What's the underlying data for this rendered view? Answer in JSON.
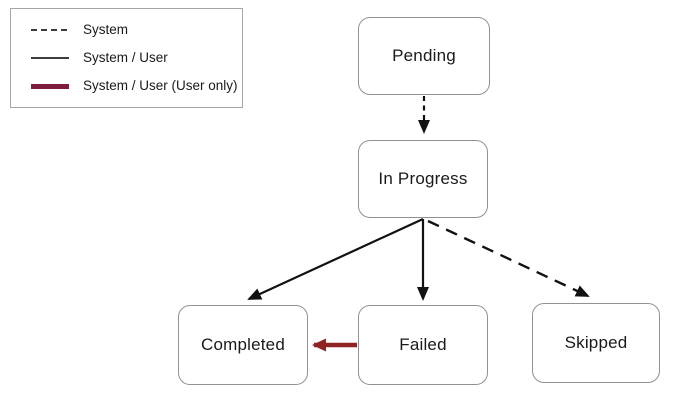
{
  "diagram": {
    "nodes": [
      {
        "id": "pending",
        "label": "Pending"
      },
      {
        "id": "in_progress",
        "label": "In Progress"
      },
      {
        "id": "completed",
        "label": "Completed"
      },
      {
        "id": "failed",
        "label": "Failed"
      },
      {
        "id": "skipped",
        "label": "Skipped"
      }
    ],
    "edges": [
      {
        "from": "Pending",
        "to": "In Progress",
        "type": "System",
        "style": "dashed"
      },
      {
        "from": "In Progress",
        "to": "Completed",
        "type": "System / User",
        "style": "solid"
      },
      {
        "from": "In Progress",
        "to": "Failed",
        "type": "System / User",
        "style": "solid"
      },
      {
        "from": "In Progress",
        "to": "Skipped",
        "type": "System",
        "style": "dashed"
      },
      {
        "from": "Failed",
        "to": "Completed",
        "type": "System / User (User only)",
        "style": "thick"
      }
    ]
  },
  "legend": {
    "items": [
      {
        "label": "System",
        "line_style": "dashed-thin",
        "color": "#3c3c3c"
      },
      {
        "label": "System / User",
        "line_style": "solid-thin",
        "color": "#3c3c3c"
      },
      {
        "label": "System / User (User only)",
        "line_style": "solid-thick",
        "color": "#7d1e3c"
      }
    ]
  },
  "colors": {
    "background": "#ffffff",
    "node_fill": "#ffffff",
    "node_border": "#919191",
    "text": "#1a1a1a",
    "edge_line": "#111111",
    "user_edge": "#8f2323"
  }
}
